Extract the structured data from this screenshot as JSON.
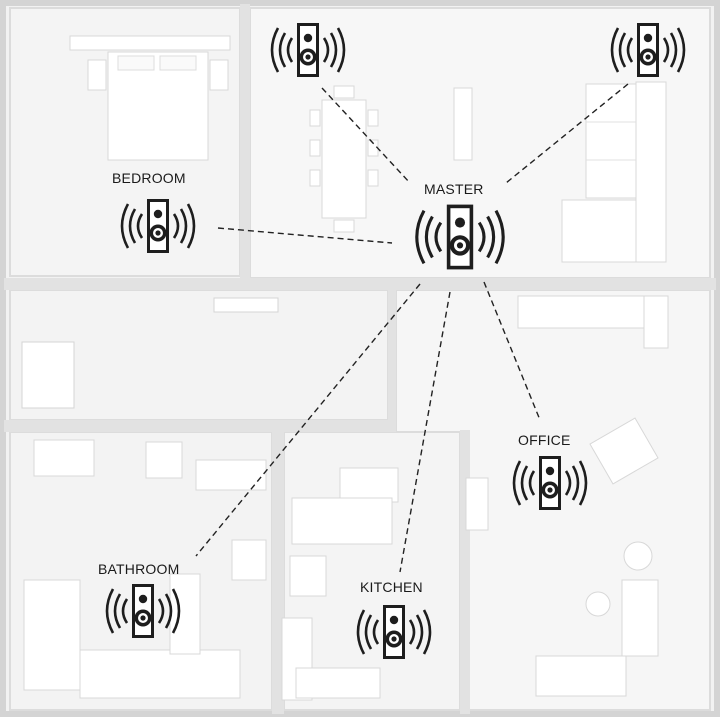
{
  "labels": {
    "bedroom": "BEDROOM",
    "master": "MASTER",
    "office": "OFFICE",
    "bathroom": "BATHROOM",
    "kitchen": "KITCHEN"
  },
  "colors": {
    "floor": "#f3f3f3",
    "wall": "#d9d9d9",
    "furniture": "#ffffff",
    "speaker_body": "#1e1e1e",
    "connection_line": "#222222"
  },
  "speakers": [
    {
      "id": "top-left",
      "label": ""
    },
    {
      "id": "top-right",
      "label": ""
    },
    {
      "id": "bedroom",
      "label": "BEDROOM"
    },
    {
      "id": "master",
      "label": "MASTER"
    },
    {
      "id": "office",
      "label": "OFFICE"
    },
    {
      "id": "bathroom",
      "label": "BATHROOM"
    },
    {
      "id": "kitchen",
      "label": "KITCHEN"
    }
  ]
}
